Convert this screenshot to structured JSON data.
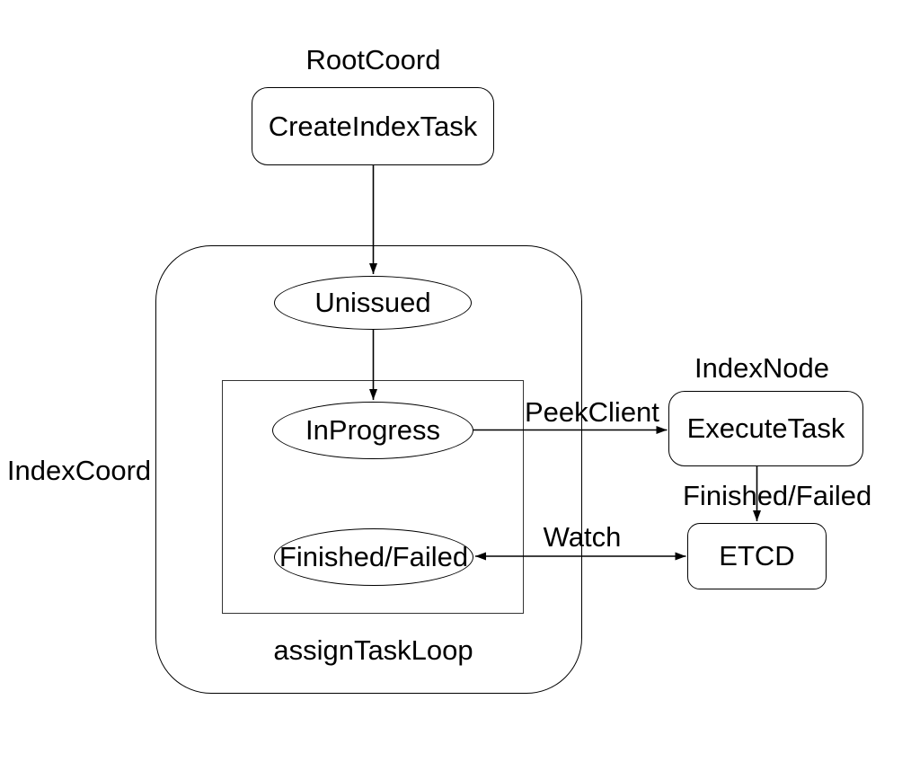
{
  "diagram": {
    "title_labels": {
      "root_coord": "RootCoord",
      "index_coord": "IndexCoord",
      "index_node": "IndexNode",
      "assign_task_loop": "assignTaskLoop"
    },
    "nodes": {
      "create_index_task": "CreateIndexTask",
      "unissued": "Unissued",
      "in_progress": "InProgress",
      "finished_failed": "Finished/Failed",
      "execute_task": "ExecuteTask",
      "etcd": "ETCD"
    },
    "edge_labels": {
      "peek_client": "PeekClient",
      "finished_failed": "Finished/Failed",
      "watch": "Watch"
    },
    "colors": {
      "stroke": "#000000",
      "background": "#ffffff",
      "text": "#000000"
    }
  }
}
